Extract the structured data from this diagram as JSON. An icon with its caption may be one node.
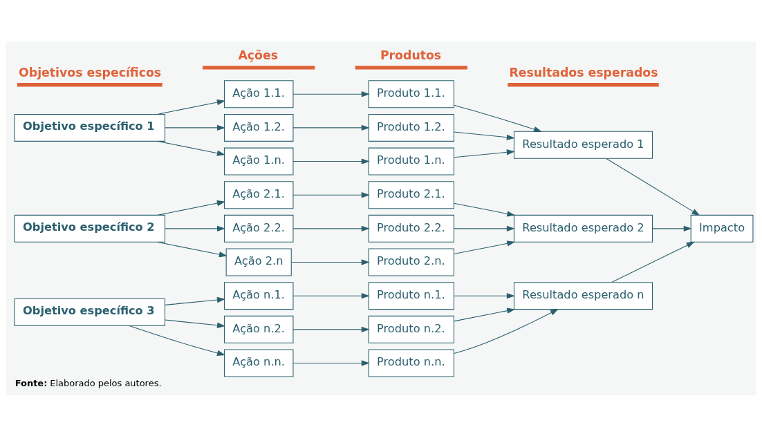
{
  "diagram": {
    "caption": "**Fonte:** Elaborado pelos autores.",
    "nodes": [
      {
        "text": [
          "Objetivo específico 1"
        ]
      },
      {
        "text": [
          "Ação 1.1."
        ]
      },
      {
        "text": [
          "Ação 1.2."
        ]
      },
      {
        "text": [
          "Ação 1.n."
        ]
      },
      {
        "text": [
          "Produto 1.1."
        ]
      },
      {
        "text": [
          "Produto 1.2."
        ]
      },
      {
        "text": [
          "Produto 1.n."
        ]
      },
      {
        "text": [
          "Resultado esperado 1"
        ]
      },
      {
        "text": [
          "Objetivo específico 2"
        ]
      },
      {
        "text": [
          "Ação 2.1."
        ]
      },
      {
        "text": [
          "Ação 2.2."
        ]
      },
      {
        "text": [
          "Ação 2.n"
        ]
      },
      {
        "text": [
          "Produto 2.1."
        ]
      },
      {
        "text": [
          "Produto 2.2."
        ]
      },
      {
        "text": [
          "Produto 2.n."
        ]
      },
      {
        "text": [
          "Resultado esperado 2"
        ]
      },
      {
        "text": [
          "Impacto"
        ]
      },
      {
        "text": [
          "Objetivo específico 3"
        ]
      },
      {
        "text": [
          "Ação n.1."
        ]
      },
      {
        "text": [
          "Ação n.2."
        ]
      },
      {
        "text": [
          "Ação n.n."
        ]
      },
      {
        "text": [
          "Produto n.1."
        ]
      },
      {
        "text": [
          "Produto n.2."
        ]
      },
      {
        "text": [
          "Produto n.n."
        ]
      },
      {
        "text": [
          "Resultado esperado n"
        ]
      }
    ],
    "edges": [
      {
        "from": 0,
        "to": 1,
        "arrow": "to"
      },
      {
        "from": 0,
        "to": 2,
        "arrow": "to"
      },
      {
        "from": 0,
        "to": 3,
        "arrow": "to"
      },
      {
        "from": 1,
        "to": 4,
        "arrow": "to"
      },
      {
        "from": 2,
        "to": 5,
        "arrow": "to"
      },
      {
        "from": 3,
        "to": 6,
        "arrow": "to"
      },
      {
        "from": 4,
        "to": 7,
        "arrow": "to"
      },
      {
        "from": 5,
        "to": 7,
        "arrow": "to"
      },
      {
        "from": 6,
        "to": 7,
        "arrow": "to"
      },
      {
        "from": 7,
        "to": 16,
        "arrow": "to"
      },
      {
        "from": 8,
        "to": 9,
        "arrow": "to"
      },
      {
        "from": 8,
        "to": 10,
        "arrow": "to"
      },
      {
        "from": 8,
        "to": 11,
        "arrow": "to"
      },
      {
        "from": 9,
        "to": 12,
        "arrow": "to"
      },
      {
        "from": 10,
        "to": 13,
        "arrow": "to"
      },
      {
        "from": 11,
        "to": 14,
        "arrow": "to"
      },
      {
        "from": 12,
        "to": 15,
        "arrow": "to"
      },
      {
        "from": 13,
        "to": 15,
        "arrow": "to"
      },
      {
        "from": 14,
        "to": 15,
        "arrow": "to"
      },
      {
        "from": 15,
        "to": 16,
        "arrow": "to"
      },
      {
        "from": 17,
        "to": 18,
        "arrow": "to"
      },
      {
        "from": 17,
        "to": 19,
        "arrow": "to"
      },
      {
        "from": 17,
        "to": 20,
        "arrow": "to"
      },
      {
        "from": 18,
        "to": 21,
        "arrow": "to"
      },
      {
        "from": 19,
        "to": 22,
        "arrow": "to"
      },
      {
        "from": 20,
        "to": 23,
        "arrow": "to"
      },
      {
        "from": 21,
        "to": 24,
        "arrow": "to"
      },
      {
        "from": 22,
        "to": 24,
        "arrow": "to"
      },
      {
        "from": 23,
        "to": 24,
        "arrow": "to"
      },
      {
        "from": 24,
        "to": 16,
        "arrow": "to"
      }
    ],
    "labels": [
      "Objetivos específicos",
      "Ações",
      "Produtos",
      "Resultados esperados"
    ]
  }
}
